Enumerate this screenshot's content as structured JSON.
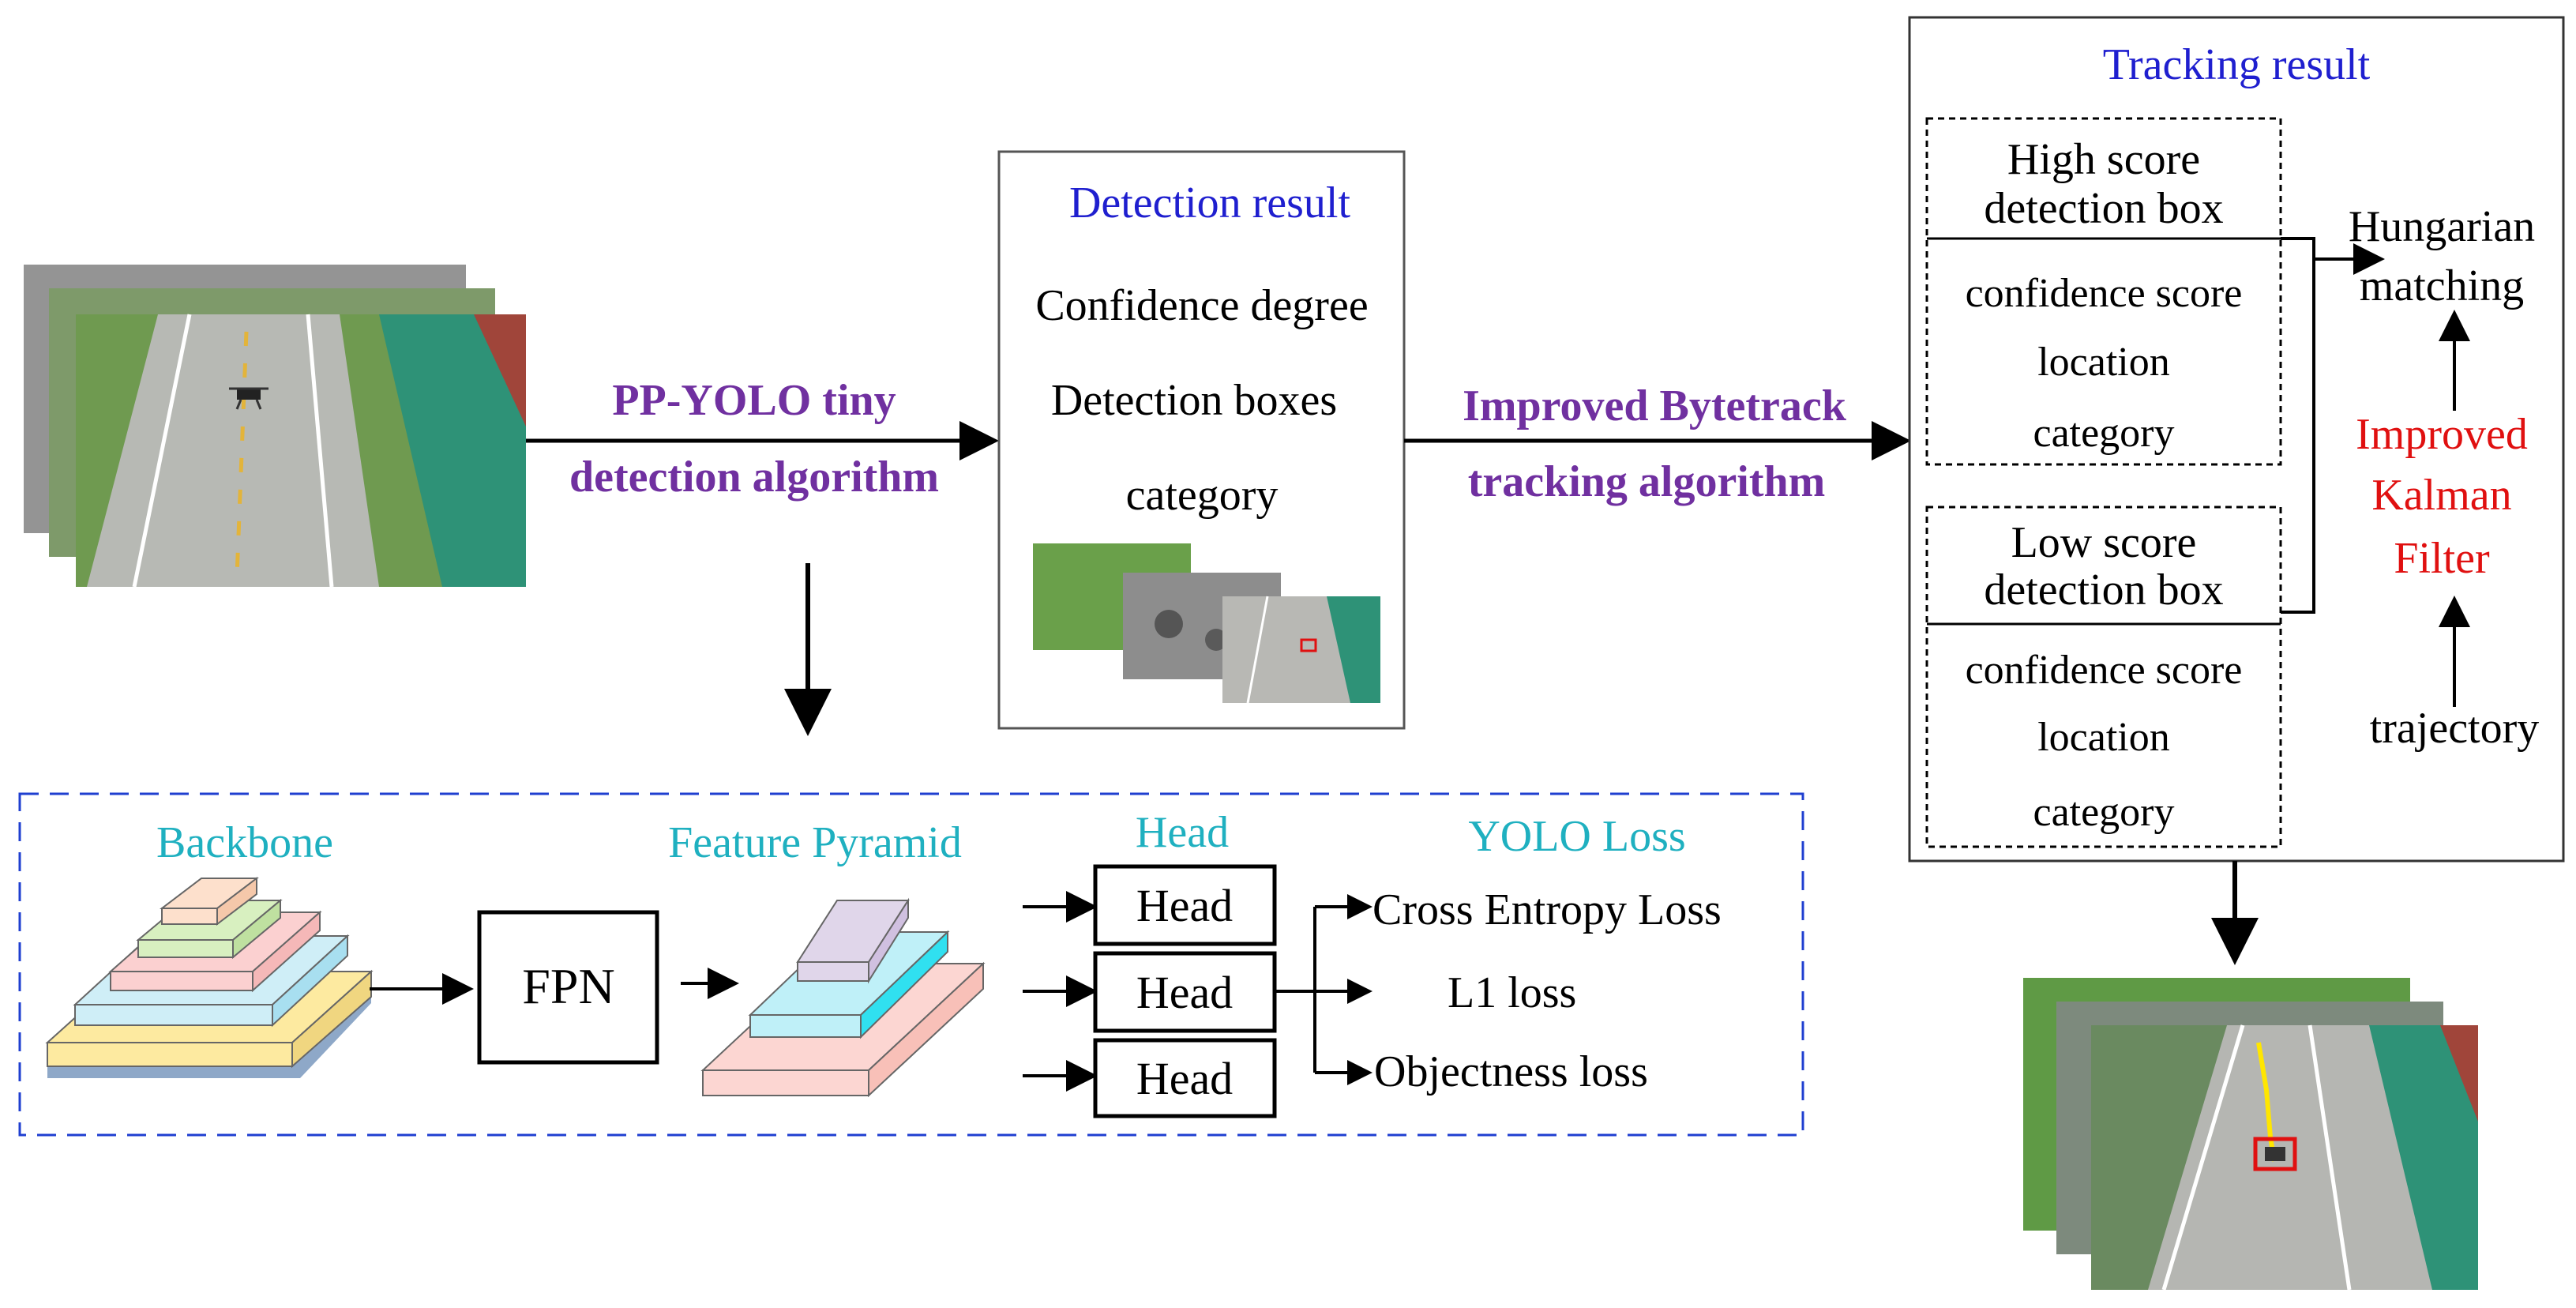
{
  "arrows": {
    "ppyolo_line1": "PP-YOLO tiny",
    "ppyolo_line2": "detection algorithm",
    "bytetrack_line1": "Improved Bytetrack",
    "bytetrack_line2": "tracking algorithm"
  },
  "detection": {
    "title": "Detection result",
    "items": [
      "Confidence degree",
      "Detection boxes",
      "category"
    ]
  },
  "tracking": {
    "title": "Tracking result",
    "high": {
      "title_line1": "High score",
      "title_line2": "detection box",
      "items": [
        "confidence score",
        "location",
        "category"
      ]
    },
    "low": {
      "title_line1": "Low score",
      "title_line2": "detection box",
      "items": [
        "confidence score",
        "location",
        "category"
      ]
    },
    "hungarian_line1": "Hungarian",
    "hungarian_line2": "matching",
    "kalman_line1": "Improved",
    "kalman_line2": "Kalman",
    "kalman_line3": "Filter",
    "trajectory": "trajectory"
  },
  "network": {
    "backbone": "Backbone",
    "fpn": "FPN",
    "feature_pyramid": "Feature Pyramid",
    "head_title": "Head",
    "heads": [
      "Head",
      "Head",
      "Head"
    ],
    "loss_title": "YOLO Loss",
    "losses": [
      "Cross Entropy Loss",
      "L1 loss",
      "Objectness loss"
    ]
  },
  "colors": {
    "purple": "#7030A0",
    "blue": "#1f1fcf",
    "teal": "#1fb0c0",
    "red": "#e01010",
    "dash_blue": "#1f3fd0"
  }
}
